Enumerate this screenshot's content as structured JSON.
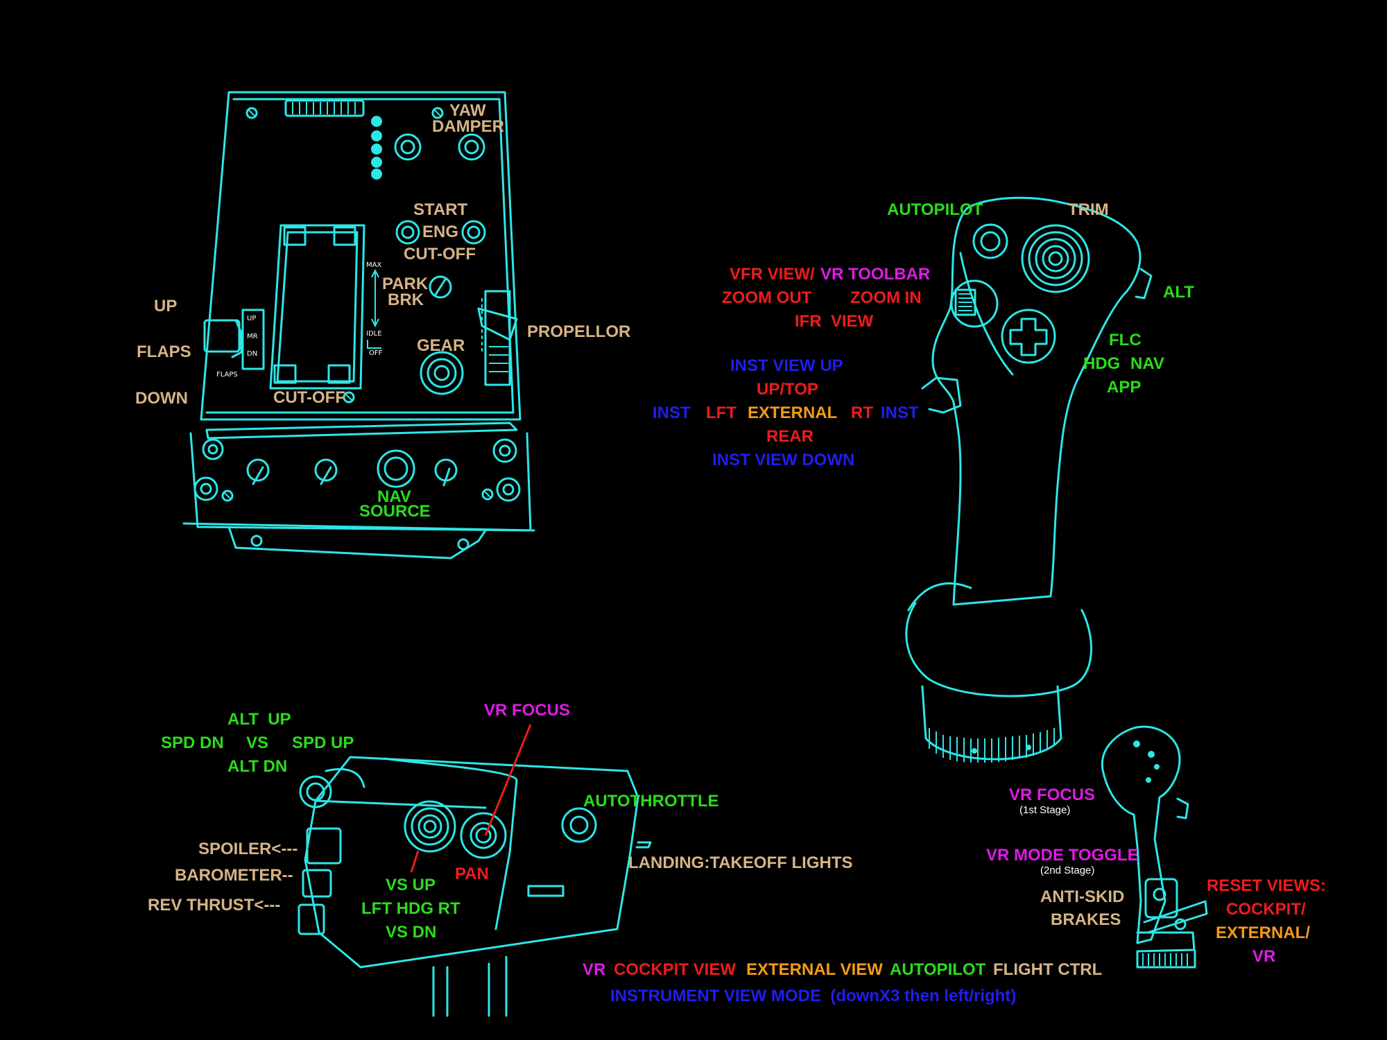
{
  "colors": {
    "outline": "#2ee6e6",
    "tan": "#d6b486",
    "green": "#2bdc1c",
    "red": "#ee1c1c",
    "magenta": "#e01ae6",
    "blue": "#1f1ef0",
    "orange": "#f39b17",
    "background": "#000000"
  },
  "panel": {
    "yaw": "YAW",
    "damper": "DAMPER",
    "start": "START",
    "eng": "ENG",
    "cutoff_eng": "CUT-OFF",
    "park": "PARK",
    "brk": "BRK",
    "gear": "GEAR",
    "propellor": "PROPELLOR",
    "up": "UP",
    "flaps": "FLAPS",
    "down": "DOWN",
    "cutoff_mix": "CUT-OFF",
    "nav": "NAV",
    "source": "SOURCE",
    "print_up": "UP",
    "print_mr": "MR",
    "print_dn": "DN",
    "print_flaps": "FLAPS",
    "print_max": "MAX",
    "print_idle": "IDLE",
    "print_off": "OFF"
  },
  "stick": {
    "autopilot": "AUTOPILOT",
    "trim": "TRIM",
    "alt": "ALT",
    "vfr_view": "VFR VIEW/",
    "vr_toolbar": "VR TOOLBAR",
    "zoom_out": "ZOOM OUT",
    "zoom_in": "ZOOM IN",
    "ifr_view": "IFR  VIEW",
    "flc": "FLC",
    "hdg": "HDG",
    "nav": "NAV",
    "app": "APP",
    "inst_view_up": "INST VIEW UP",
    "up_top": "UP/TOP",
    "inst_left": "INST",
    "lft": "LFT",
    "external": "EXTERNAL",
    "rt": "RT",
    "inst_right": "INST",
    "rear": "REAR",
    "inst_view_down": "INST VIEW DOWN"
  },
  "throttle": {
    "alt_up": "ALT  UP",
    "spd_dn": "SPD DN",
    "vs": "VS",
    "spd_up": "SPD UP",
    "alt_dn": "ALT DN",
    "vr_focus": "VR FOCUS",
    "autothrottle": "AUTOTHROTTLE",
    "spoiler": "SPOILER<---",
    "barometer": "BAROMETER--",
    "rev_thrust": "REV THRUST<---",
    "vs_up": "VS UP",
    "lft_hdg_rt": "LFT HDG RT",
    "vs_dn": "VS DN",
    "pan": "PAN",
    "landing_lights": "LANDING:TAKEOFF LIGHTS"
  },
  "small_stick": {
    "vr_focus": "VR FOCUS",
    "first_stage": "(1st Stage)",
    "vr_mode_toggle": "VR MODE TOGGLE",
    "second_stage": "(2nd Stage)",
    "anti_skid": "ANTI-SKID",
    "brakes": "BRAKES",
    "reset_views": "RESET VIEWS:",
    "cockpit": "COCKPIT/",
    "external": "EXTERNAL/",
    "vr": "VR"
  },
  "legend": {
    "vr": "VR",
    "cockpit_view": "COCKPIT VIEW",
    "external_view": "EXTERNAL VIEW",
    "autopilot": "AUTOPILOT",
    "flight_ctrl": "FLIGHT CTRL",
    "instrument_view_mode": "INSTRUMENT VIEW MODE  (downX3 then left/right)"
  }
}
